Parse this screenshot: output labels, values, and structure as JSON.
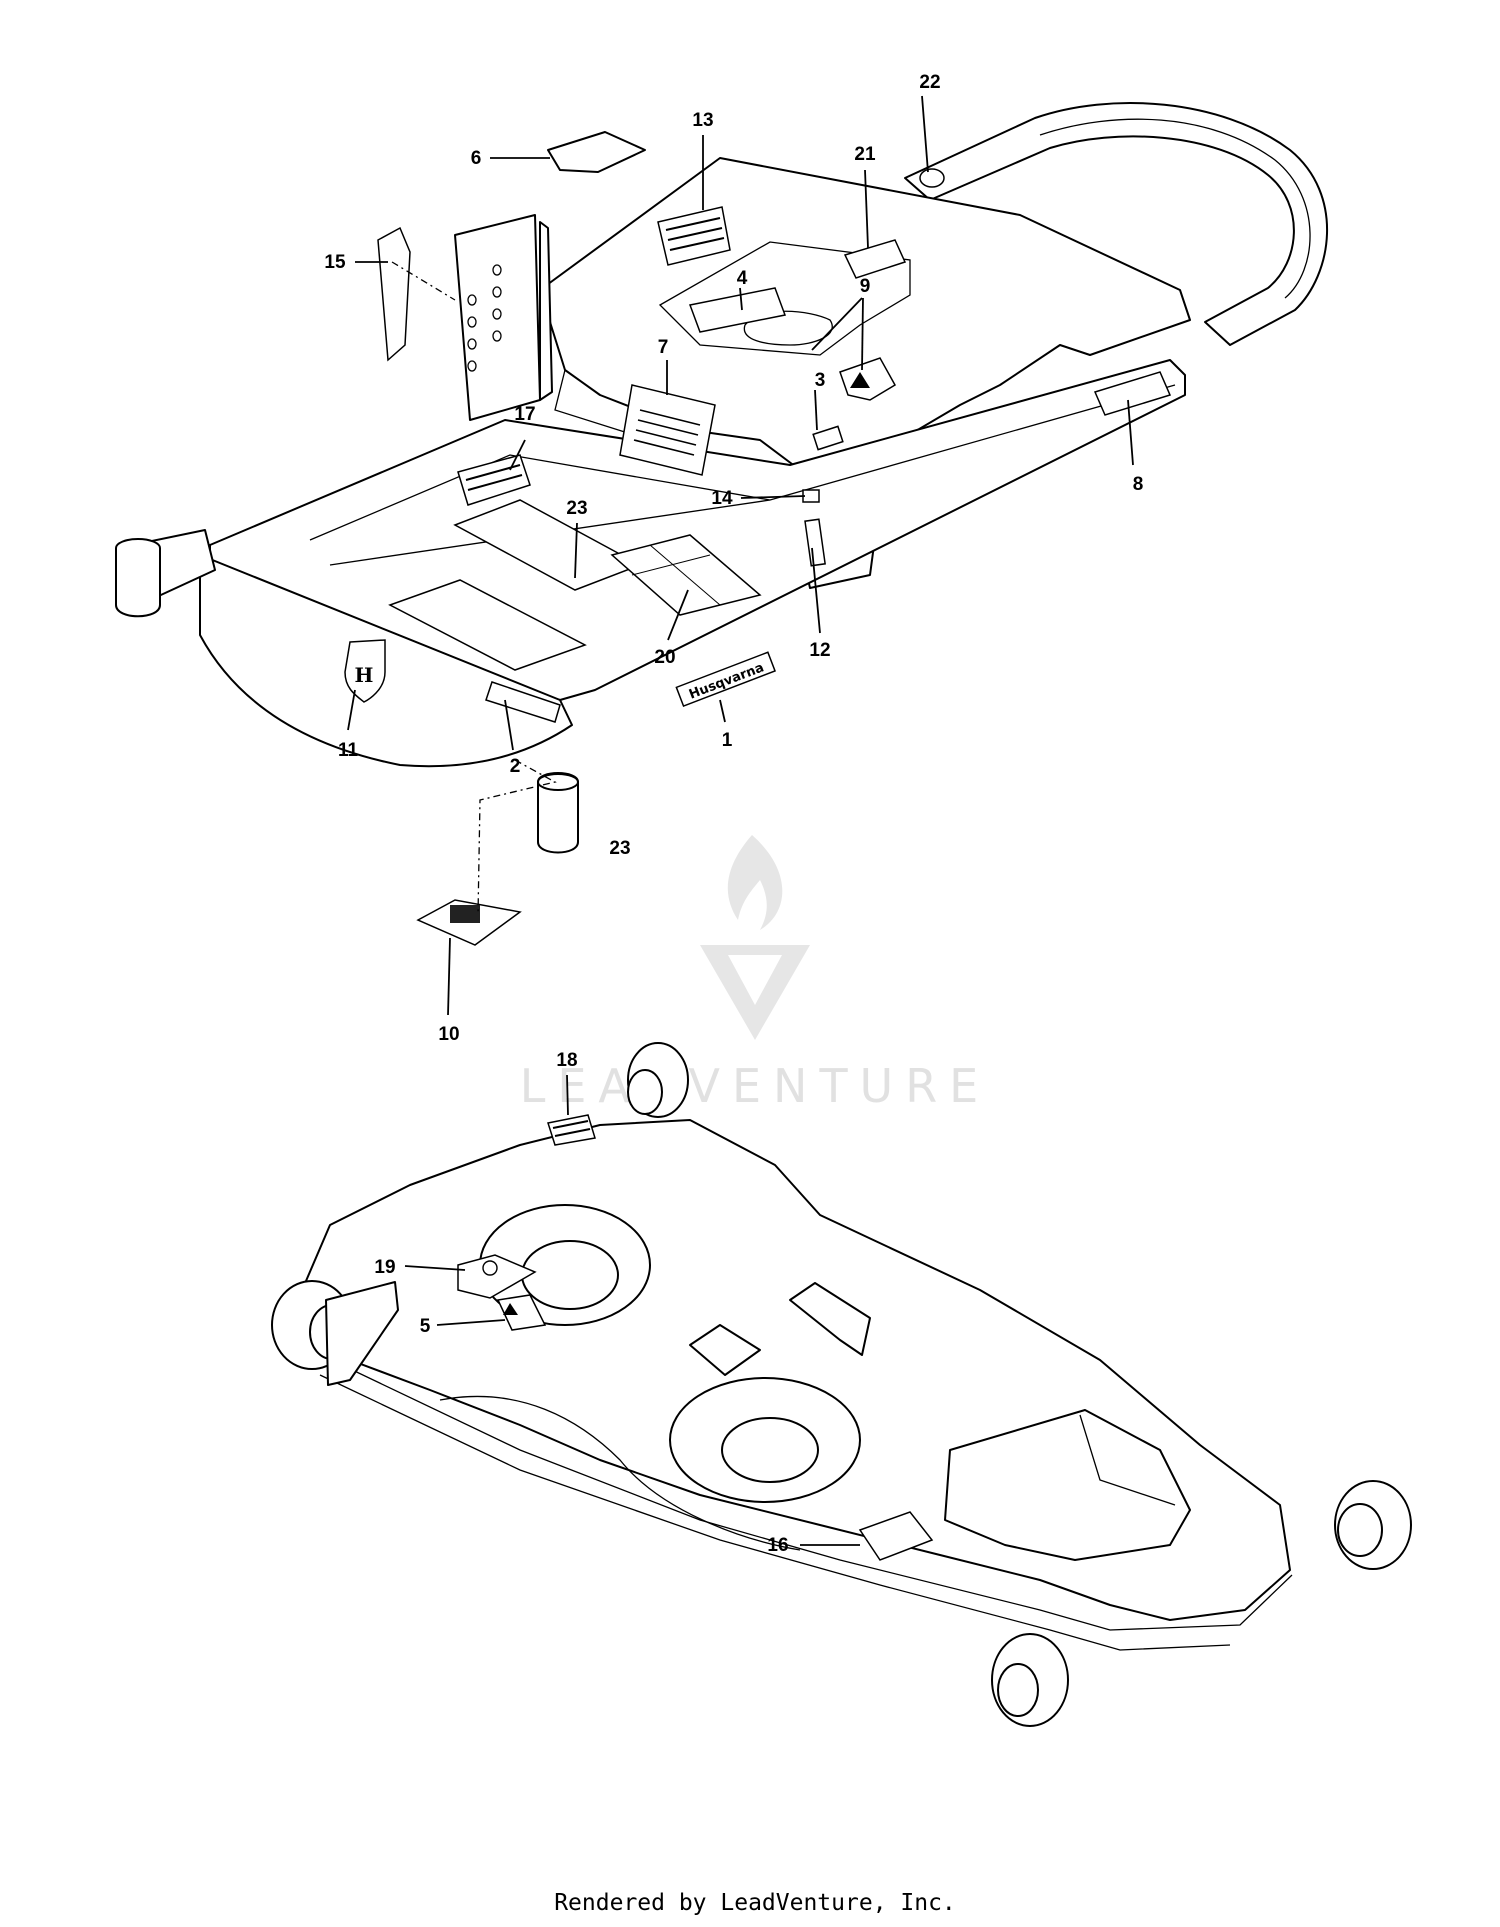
{
  "callouts": [
    {
      "id": "c1",
      "label": "1"
    },
    {
      "id": "c2",
      "label": "2"
    },
    {
      "id": "c3",
      "label": "3"
    },
    {
      "id": "c4",
      "label": "4"
    },
    {
      "id": "c5",
      "label": "5"
    },
    {
      "id": "c6",
      "label": "6"
    },
    {
      "id": "c7",
      "label": "7"
    },
    {
      "id": "c8",
      "label": "8"
    },
    {
      "id": "c9",
      "label": "9"
    },
    {
      "id": "c10",
      "label": "10"
    },
    {
      "id": "c11",
      "label": "11"
    },
    {
      "id": "c12",
      "label": "12"
    },
    {
      "id": "c13",
      "label": "13"
    },
    {
      "id": "c14",
      "label": "14"
    },
    {
      "id": "c15",
      "label": "15"
    },
    {
      "id": "c16",
      "label": "16"
    },
    {
      "id": "c17",
      "label": "17"
    },
    {
      "id": "c18",
      "label": "18"
    },
    {
      "id": "c19",
      "label": "19"
    },
    {
      "id": "c20",
      "label": "20"
    },
    {
      "id": "c21",
      "label": "21"
    },
    {
      "id": "c22",
      "label": "22"
    },
    {
      "id": "c23a",
      "label": "23"
    },
    {
      "id": "c23b",
      "label": "23"
    }
  ],
  "frame_decal_text": "Husqvarna",
  "watermark_text": "LEADVENTURE",
  "footer_text": "Rendered by LeadVenture, Inc."
}
